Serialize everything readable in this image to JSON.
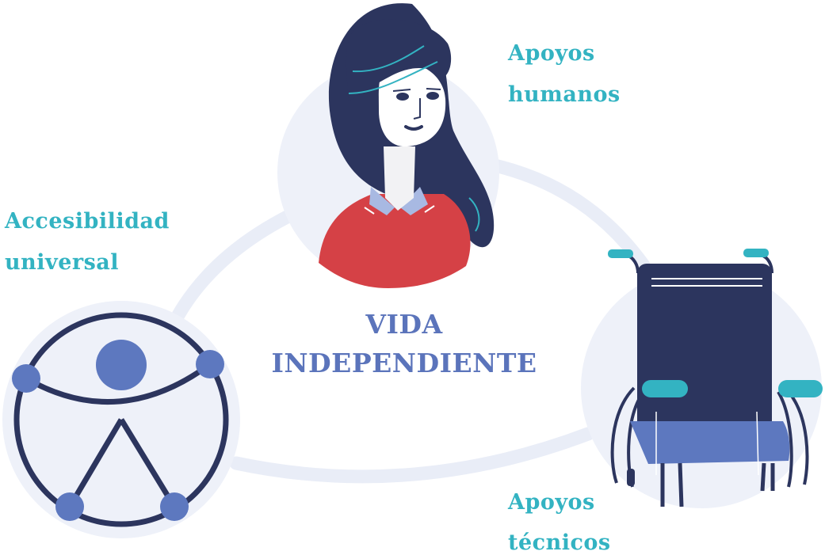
{
  "labels": {
    "human_supports": [
      "Apoyos",
      "humanos"
    ],
    "universal_accessibility": [
      "Accesibilidad",
      "universal"
    ],
    "technical_supports": [
      "Apoyos",
      "técnicos"
    ],
    "center": [
      "VIDA",
      "INDEPENDIENTE"
    ]
  },
  "icons": {
    "person": "woman-portrait-icon",
    "accessibility": "universal-access-icon",
    "wheelchair": "wheelchair-icon"
  },
  "colors": {
    "teal_label": "#33b3c2",
    "center_title": "#5b74bb",
    "navy": "#2c355e",
    "ring": "#e9edf7",
    "sweater": "#d54146",
    "seat": "#5d78bf"
  }
}
